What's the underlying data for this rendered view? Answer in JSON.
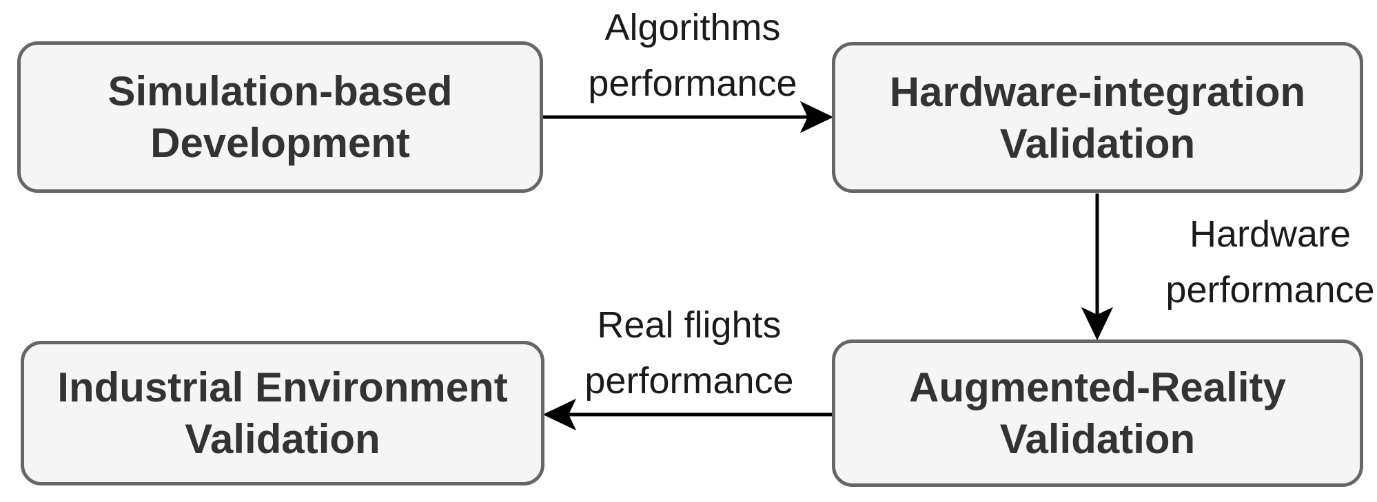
{
  "palette": {
    "background": "#ffffff",
    "node_fill": "#f5f5f5",
    "node_stroke": "#666666",
    "node_text": "#333333",
    "edge_label_text": "#1a1a1a",
    "arrow": "#000000"
  },
  "nodes": [
    {
      "name": "simulation-based-development",
      "label": "Simulation-based\nDevelopment"
    },
    {
      "name": "hardware-integration-validation",
      "label": "Hardware-integration\nValidation"
    },
    {
      "name": "augmented-reality-validation",
      "label": "Augmented-Reality\nValidation"
    },
    {
      "name": "industrial-environment-validation",
      "label": "Industrial Environment\nValidation"
    }
  ],
  "edges": [
    {
      "name": "algorithms-performance",
      "label": "Algorithms\nperformance",
      "from": "simulation-based-development",
      "to": "hardware-integration-validation",
      "direction": "right"
    },
    {
      "name": "hardware-performance",
      "label": "Hardware\nperformance",
      "from": "hardware-integration-validation",
      "to": "augmented-reality-validation",
      "direction": "down"
    },
    {
      "name": "real-flights-performance",
      "label": "Real flights\nperformance",
      "from": "augmented-reality-validation",
      "to": "industrial-environment-validation",
      "direction": "left"
    }
  ]
}
